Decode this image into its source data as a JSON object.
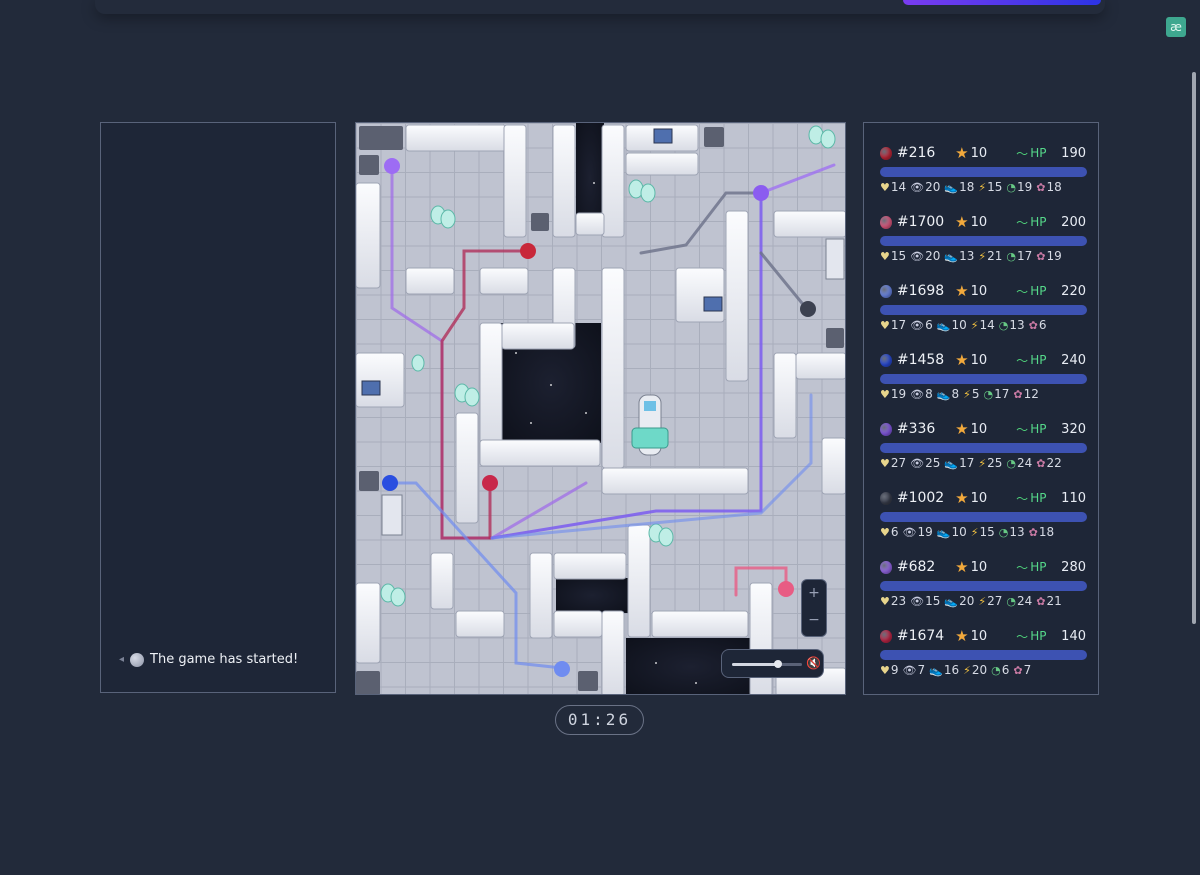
{
  "header": {
    "logo_text": "æ"
  },
  "chat": {
    "messages": [
      {
        "text": "The game has started!"
      }
    ]
  },
  "timer": "01:26",
  "zoom": {
    "in_label": "+",
    "out_label": "−"
  },
  "volume": {
    "level": 0.65,
    "icon": "mute-icon"
  },
  "players": [
    {
      "id": "#216",
      "color": "#c8283a",
      "level": "10",
      "hp_label": "HP",
      "hp": "190",
      "stats": {
        "heart": "14",
        "eye": "20",
        "boot": "18",
        "bolt": "15",
        "gauge": "19",
        "flower": "18"
      }
    },
    {
      "id": "#1700",
      "color": "#e85c84",
      "level": "10",
      "hp_label": "HP",
      "hp": "200",
      "stats": {
        "heart": "15",
        "eye": "20",
        "boot": "13",
        "bolt": "21",
        "gauge": "17",
        "flower": "19"
      }
    },
    {
      "id": "#1698",
      "color": "#6f8cf0",
      "level": "10",
      "hp_label": "HP",
      "hp": "220",
      "stats": {
        "heart": "17",
        "eye": "6",
        "boot": "10",
        "bolt": "14",
        "gauge": "13",
        "flower": "6"
      }
    },
    {
      "id": "#1458",
      "color": "#2a4ee0",
      "level": "10",
      "hp_label": "HP",
      "hp": "240",
      "stats": {
        "heart": "19",
        "eye": "8",
        "boot": "8",
        "bolt": "5",
        "gauge": "17",
        "flower": "12"
      }
    },
    {
      "id": "#336",
      "color": "#8b5cf0",
      "level": "10",
      "hp_label": "HP",
      "hp": "320",
      "stats": {
        "heart": "27",
        "eye": "25",
        "boot": "17",
        "bolt": "25",
        "gauge": "24",
        "flower": "22"
      }
    },
    {
      "id": "#1002",
      "color": "#3c4150",
      "level": "10",
      "hp_label": "HP",
      "hp": "110",
      "stats": {
        "heart": "6",
        "eye": "19",
        "boot": "10",
        "bolt": "15",
        "gauge": "13",
        "flower": "18"
      }
    },
    {
      "id": "#682",
      "color": "#9d6cf4",
      "level": "10",
      "hp_label": "HP",
      "hp": "280",
      "stats": {
        "heart": "23",
        "eye": "15",
        "boot": "20",
        "bolt": "27",
        "gauge": "24",
        "flower": "21"
      }
    },
    {
      "id": "#1674",
      "color": "#c8284a",
      "level": "10",
      "hp_label": "HP",
      "hp": "140",
      "stats": {
        "heart": "9",
        "eye": "7",
        "boot": "16",
        "bolt": "20",
        "gauge": "6",
        "flower": "7"
      }
    }
  ],
  "icons": {
    "level": "star-icon",
    "hp": "heartbeat-icon",
    "stats": [
      "heart-icon",
      "eye-icon",
      "boot-icon",
      "bolt-icon",
      "gauge-icon",
      "flower-icon"
    ]
  },
  "stat_colors": {
    "heart": "#e8d58c",
    "eye": "#c9cde0",
    "boot": "#b6bccc",
    "bolt": "#f0c040",
    "gauge": "#66c884",
    "flower": "#c97aa4"
  }
}
